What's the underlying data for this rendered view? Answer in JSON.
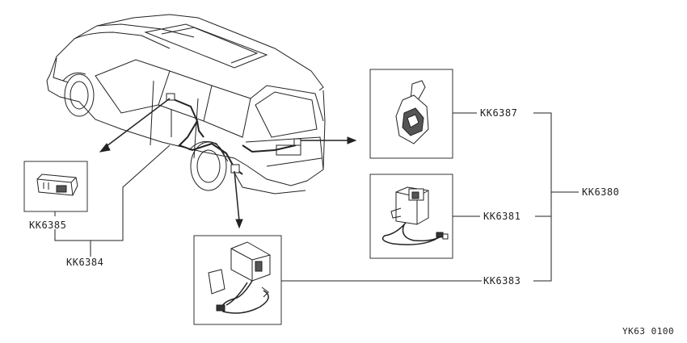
{
  "parts": {
    "switch": "KK6385",
    "switch_assy": "KK6384",
    "tail_unit": "KK6387",
    "sensor": "KK6381",
    "control_unit": "KK6383",
    "kit": "KK6380"
  },
  "diagram_code": "YK63 0100",
  "colors": {
    "line": "#222222",
    "paper": "#ffffff"
  }
}
